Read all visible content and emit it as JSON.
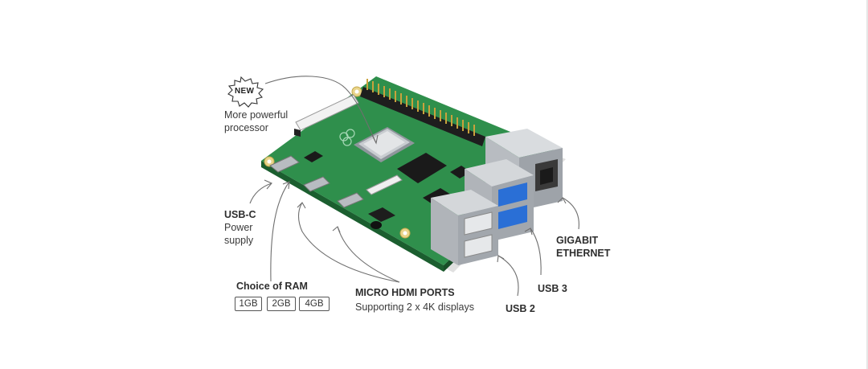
{
  "labels": {
    "new_badge": "NEW",
    "processor": [
      "More powerful",
      "processor"
    ],
    "usb_c": [
      "USB-C",
      "Power",
      "supply"
    ],
    "ram_title": "Choice of RAM",
    "ram_options": [
      "1GB",
      "2GB",
      "4GB"
    ],
    "micro_hdmi_title": "MICRO HDMI PORTS",
    "micro_hdmi_sub": "Supporting 2 x 4K displays",
    "usb2": "USB 2",
    "usb3": "USB 3",
    "ethernet": [
      "GIGABIT",
      "ETHERNET"
    ]
  },
  "colors": {
    "pcb": "#2f8f4c",
    "pcb_dark": "#237a3c",
    "usb3_blue": "#2a6fd6",
    "metal": "#c9ccd0",
    "callout_line": "#6f6f6f"
  }
}
